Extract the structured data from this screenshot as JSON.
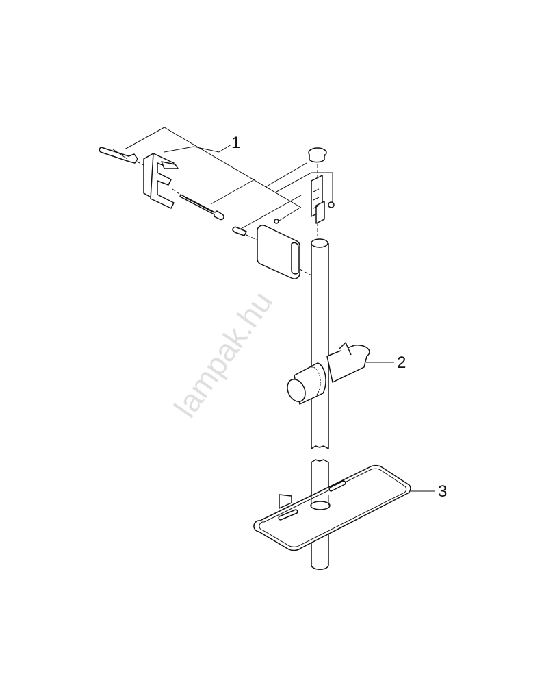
{
  "diagram": {
    "callouts": [
      {
        "id": "1",
        "label": "1"
      },
      {
        "id": "2",
        "label": "2"
      },
      {
        "id": "3",
        "label": "3"
      }
    ],
    "watermark": "lampak.hu"
  }
}
